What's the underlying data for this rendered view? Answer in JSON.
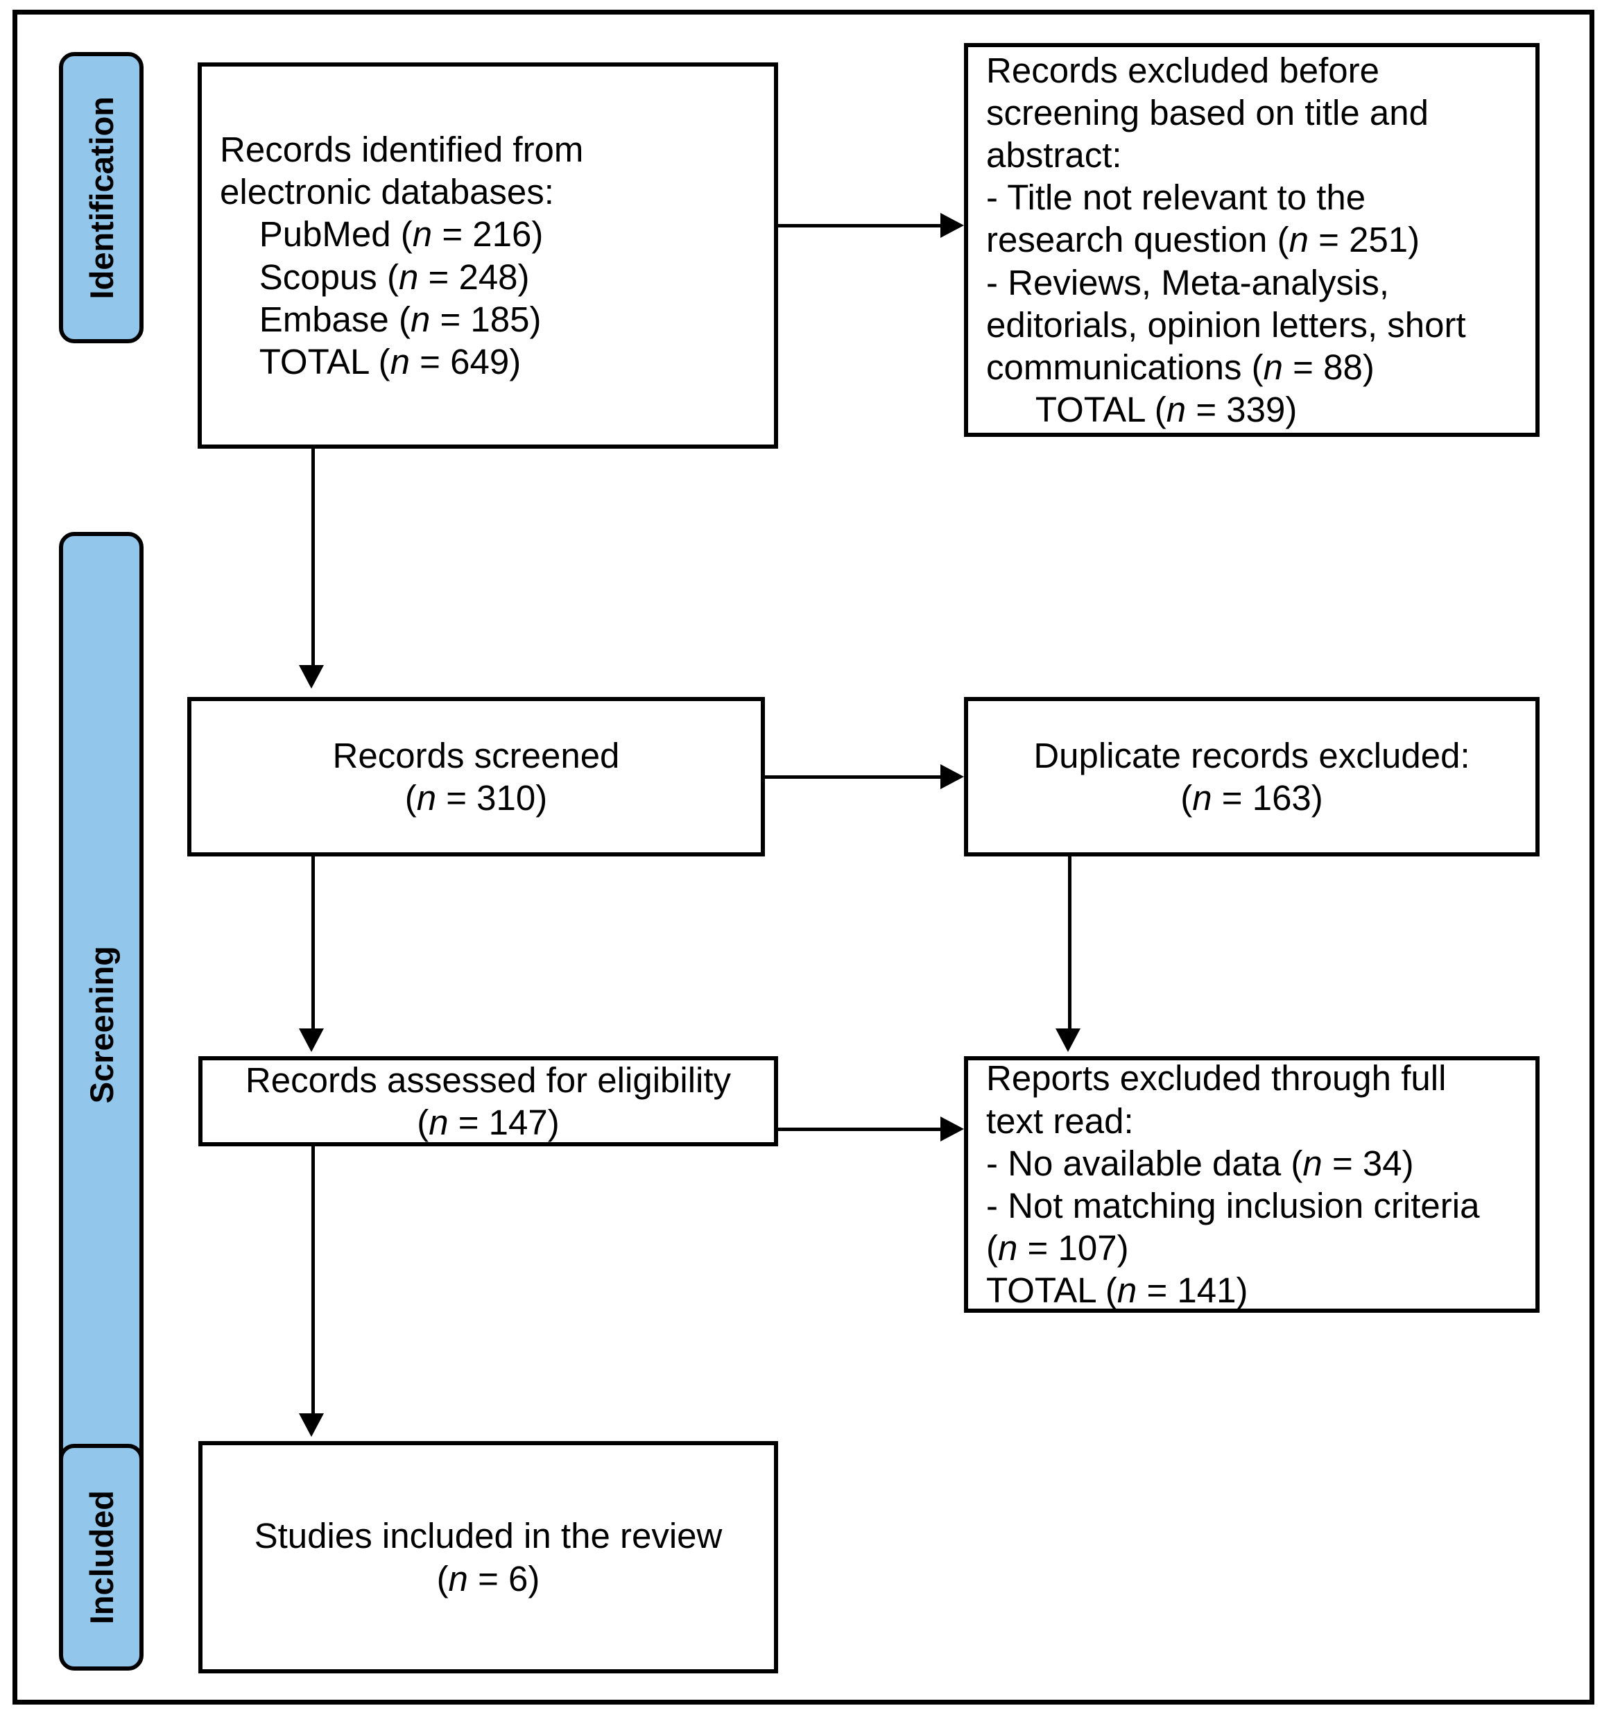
{
  "diagram": {
    "type": "PRISMA flow diagram",
    "stages": [
      {
        "id": "identification",
        "label": "Identification"
      },
      {
        "id": "screening",
        "label": "Screening"
      },
      {
        "id": "included",
        "label": "Included"
      }
    ],
    "boxes": {
      "records_identified": {
        "lines": [
          "Records identified from",
          "electronic databases:",
          "    PubMed (n = 216)",
          "    Scopus (n = 248)",
          "    Embase (n = 185)",
          "    TOTAL (n = 649)"
        ],
        "values": {
          "pubmed": 216,
          "scopus": 248,
          "embase": 185,
          "total": 649
        }
      },
      "records_excluded_before_screening": {
        "lines": [
          "Records excluded before",
          "screening based on title and",
          "abstract:",
          "- Title not relevant to the",
          "research question (n = 251)",
          "- Reviews, Meta-analysis,",
          "editorials, opinion letters, short",
          "communications (n = 88)",
          "     TOTAL (n = 339)"
        ],
        "values": {
          "title_not_relevant": 251,
          "reviews_meta_editorials": 88,
          "total": 339
        }
      },
      "records_screened": {
        "lines": [
          "Records screened",
          "(n = 310)"
        ],
        "values": {
          "n": 310
        }
      },
      "duplicate_records_excluded": {
        "lines": [
          "Duplicate records excluded:",
          "(n = 163)"
        ],
        "values": {
          "n": 163
        }
      },
      "records_assessed": {
        "lines": [
          "Records assessed for eligibility",
          "(n = 147)"
        ],
        "values": {
          "n": 147
        }
      },
      "reports_excluded_full_text": {
        "lines": [
          "Reports excluded through full",
          "text read:",
          "- No available data (n = 34)",
          "- Not matching inclusion criteria",
          "(n = 107)",
          "TOTAL (n = 141)"
        ],
        "values": {
          "no_available_data": 34,
          "not_matching_inclusion": 107,
          "total": 141
        }
      },
      "studies_included": {
        "lines": [
          "Studies included in the review",
          "(n = 6)"
        ],
        "values": {
          "n": 6
        }
      }
    },
    "colors": {
      "stage_pill_fill": "#92C6EA",
      "border": "#000000",
      "box_fill": "#FFFFFF",
      "text": "#000000"
    }
  }
}
